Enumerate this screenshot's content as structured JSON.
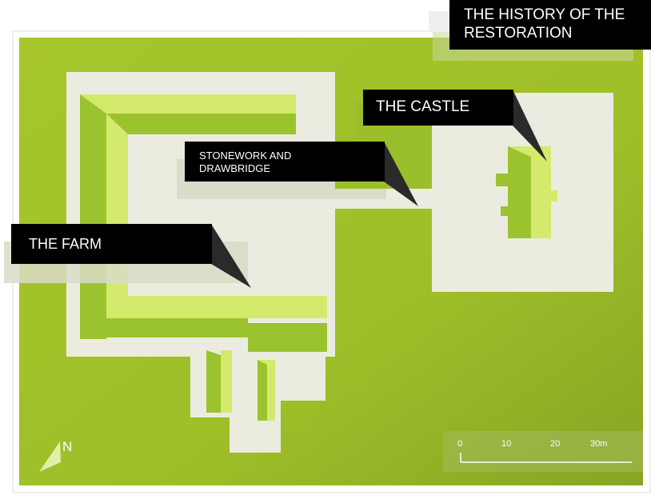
{
  "title": {
    "line1": "THE HISTORY OF THE",
    "line2": "RESTORATION"
  },
  "labels": {
    "castle": "THE CASTLE",
    "stonework_line1": "STONEWORK AND",
    "stonework_line2": "DRAWBRIDGE",
    "farm": "THE FARM"
  },
  "compass": {
    "north": "N",
    "icon": "north-arrow-icon"
  },
  "scale_bar": {
    "ticks": [
      "0",
      "10",
      "20",
      "30m"
    ]
  },
  "colors": {
    "grass_light": "#a7c52b",
    "grass_dark": "#8aa523",
    "courtyard": "#ebecdf",
    "building_light": "#d4ea6c",
    "building_mid": "#9bc32d",
    "label_bg": "#000000",
    "label_text": "#ffffff"
  }
}
